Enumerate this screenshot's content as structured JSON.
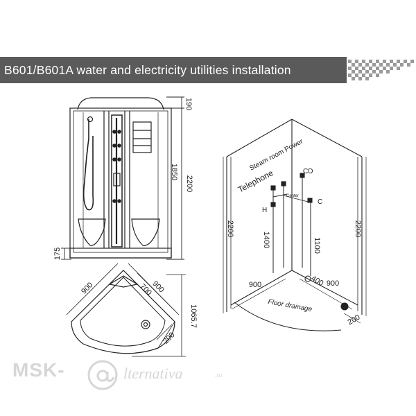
{
  "header": {
    "title": "B601/B601A  water and electricity utilities installation"
  },
  "front_view": {
    "dims": {
      "top": "190",
      "mid": "1850",
      "total": "2200",
      "base": "175"
    }
  },
  "plan_view": {
    "dims": {
      "left": "900",
      "right": "900",
      "inner": "700",
      "diag": "1065.7",
      "drain": "200"
    }
  },
  "iso_view": {
    "labels": {
      "steam_power": "Steam room Power",
      "telephone": "Telephone",
      "cd": "CD",
      "h": "H",
      "c": "C",
      "center": "Center",
      "floor_drainage": "Floor drainage"
    },
    "dims": {
      "left_height": "2200",
      "right_height": "2200",
      "h_height": "1400",
      "c_height": "1100",
      "left_floor": "900",
      "right_floor": "900",
      "center_floor": "400",
      "drain_offset": "200"
    }
  },
  "watermark": {
    "brand_left": "MSK-",
    "brand_right": "lternativa",
    "domain": ".ru"
  },
  "colors": {
    "banner": "#5a5a5a",
    "line": "#222222"
  }
}
